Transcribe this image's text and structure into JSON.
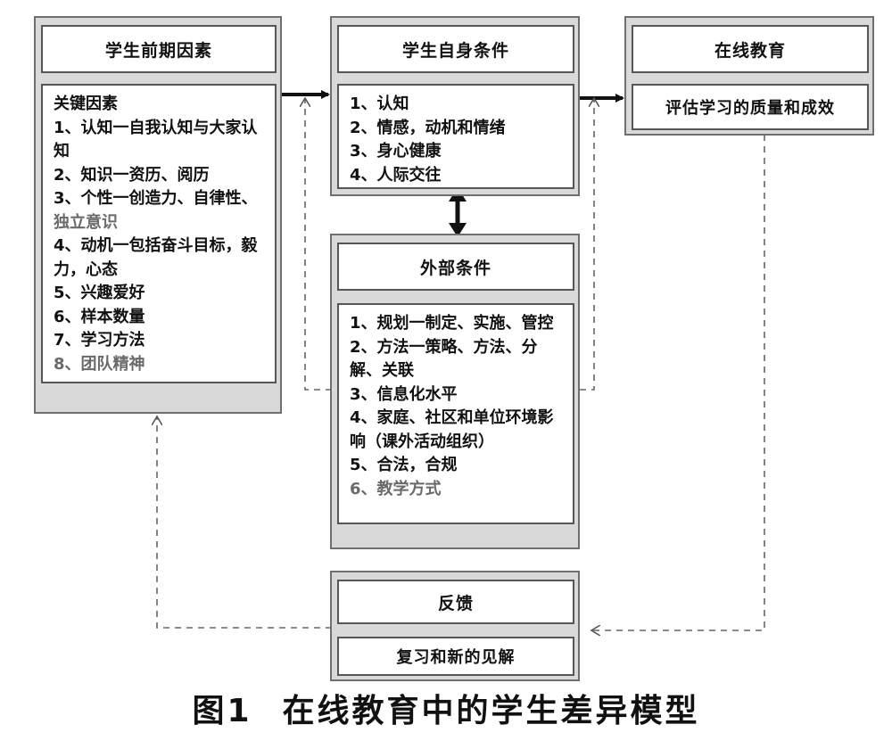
{
  "boxes": {
    "pre": {
      "title": "学生前期因素",
      "items": [
        {
          "text": "关键因素",
          "muted": false
        },
        {
          "text": "1、认知一自我认知与大家认知",
          "muted": false
        },
        {
          "text": "2、知识一资历、阅历",
          "muted": false
        },
        {
          "text": "3、个性一创造力、自律性、",
          "muted": false
        },
        {
          "text": "独立意识",
          "muted": true
        },
        {
          "text": "4、动机一包括奋斗目标，毅力，心态",
          "muted": false
        },
        {
          "text": "5、兴趣爱好",
          "muted": false
        },
        {
          "text": "6、样本数量",
          "muted": false
        },
        {
          "text": "7、学习方法",
          "muted": false
        },
        {
          "text": "8、团队精神",
          "muted": true
        }
      ]
    },
    "self": {
      "title": "学生自身条件",
      "items": [
        {
          "text": "1、认知",
          "muted": false
        },
        {
          "text": "2、情感，动机和情绪",
          "muted": false
        },
        {
          "text": "3、身心健康",
          "muted": false
        },
        {
          "text": "4、人际交往",
          "muted": false
        }
      ]
    },
    "online": {
      "title": "在线教育",
      "subtitle": "评估学习的质量和成效"
    },
    "external": {
      "title": "外部条件",
      "items": [
        {
          "text": "1、规划一制定、实施、管控",
          "muted": false
        },
        {
          "text": "2、方法一策略、方法、分解、关联",
          "muted": false
        },
        {
          "text": "3、信息化水平",
          "muted": false
        },
        {
          "text": "4、家庭、社区和单位环境影响（课外活动组织）",
          "muted": false
        },
        {
          "text": "5、合法，合规",
          "muted": false
        },
        {
          "text": "6、教学方式",
          "muted": true
        }
      ]
    },
    "feedback": {
      "title": "反馈",
      "subtitle": "复习和新的见解"
    }
  },
  "caption": {
    "number": "图1",
    "title": "在线教育中的学生差异模型"
  }
}
